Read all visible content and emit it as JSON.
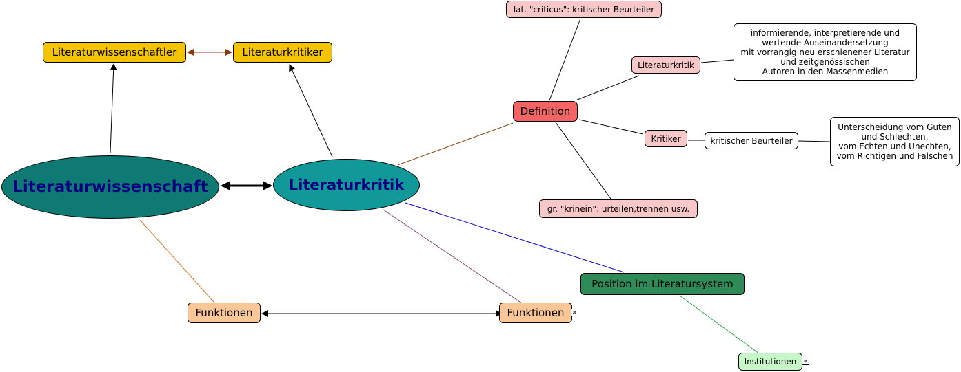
{
  "colors": {
    "gold": "#F5C400",
    "teal_dark": "#0E7A73",
    "teal": "#119898",
    "red": "#F46464",
    "pink": "#F8C8C8",
    "peach": "#FCC796",
    "green": "#2E8B57",
    "mint": "#C6F7C6",
    "navy_text": "#000080"
  },
  "nodes": {
    "literaturwissenschaft": "Literaturwissenschaft",
    "literaturkritik_main": "Literaturkritik",
    "literaturwissenschaftler": "Literaturwissenschaftler",
    "literaturkritiker": "Literaturkritiker",
    "definition": "Definition",
    "criticus": "lat. \"criticus\": kritischer Beurteiler",
    "literaturkritik_def": "Literaturkritik",
    "literaturkritik_desc": "informierende, interpretierende und wertende Auseinandersetzung mit vorrangig neu erschienener Literatur und zeitgenössischen Autoren in den Massenmedien",
    "kritiker": "Kritiker",
    "kritischer_beurteiler": "kritischer Beurteiler",
    "unterscheidung": "Unterscheidung vom Guten und Schlechten, vom Echten und Unechten, vom Richtigen und Falschen",
    "krinein": "gr. \"krinein\": urteilen,trennen usw.",
    "position": "Position im Literatursystem",
    "institutionen": "Institutionen",
    "funktionen_left": "Funktionen",
    "funktionen_right": "Funktionen"
  },
  "multiline": {
    "literaturkritik_desc": [
      "informierende, interpretierende und",
      "wertende Auseinandersetzung",
      "mit vorrangig neu erschienener Literatur",
      "und zeitgenössischen",
      "Autoren in den Massenmedien"
    ],
    "unterscheidung": [
      "Unterscheidung vom Guten",
      "und Schlechten,",
      "vom Echten und Unechten,",
      "vom Richtigen und Falschen"
    ]
  },
  "expander_glyph": "»"
}
